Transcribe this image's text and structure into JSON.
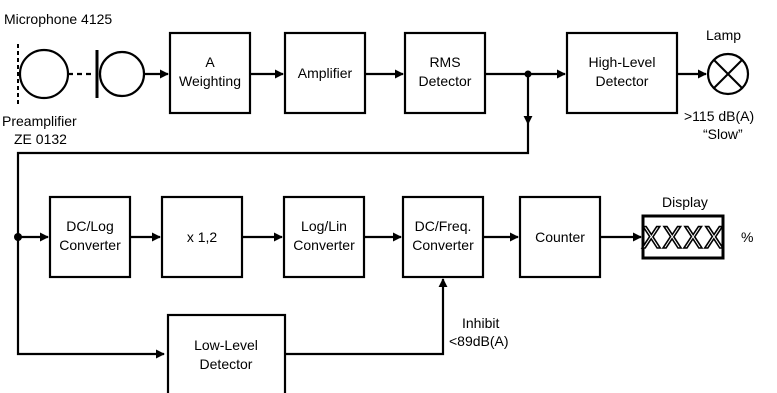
{
  "labels": {
    "microphone": "Microphone 4125",
    "preamplifier_line1": "Preamplifier",
    "preamplifier_line2": "ZE 0132",
    "lamp": "Lamp",
    "threshold_line1": ">115 dB(A)",
    "threshold_line2": "“Slow”",
    "display": "Display",
    "percent": "%",
    "inhibit_line1": "Inhibit",
    "inhibit_line2": "<89dB(A)"
  },
  "blocks": {
    "a_weighting": [
      "A",
      "Weighting"
    ],
    "amplifier": [
      "Amplifier"
    ],
    "rms_detector": [
      "RMS",
      "Detector"
    ],
    "high_level_detector": [
      "High-Level",
      "Detector"
    ],
    "dc_log_converter": [
      "DC/Log",
      "Converter"
    ],
    "multiplier": [
      "x 1,2"
    ],
    "log_lin_converter": [
      "Log/Lin",
      "Converter"
    ],
    "dc_freq_converter": [
      "DC/Freq.",
      "Converter"
    ],
    "counter": [
      "Counter"
    ],
    "low_level_detector": [
      "Low-Level",
      "Detector"
    ]
  },
  "display_value": "XXXX"
}
